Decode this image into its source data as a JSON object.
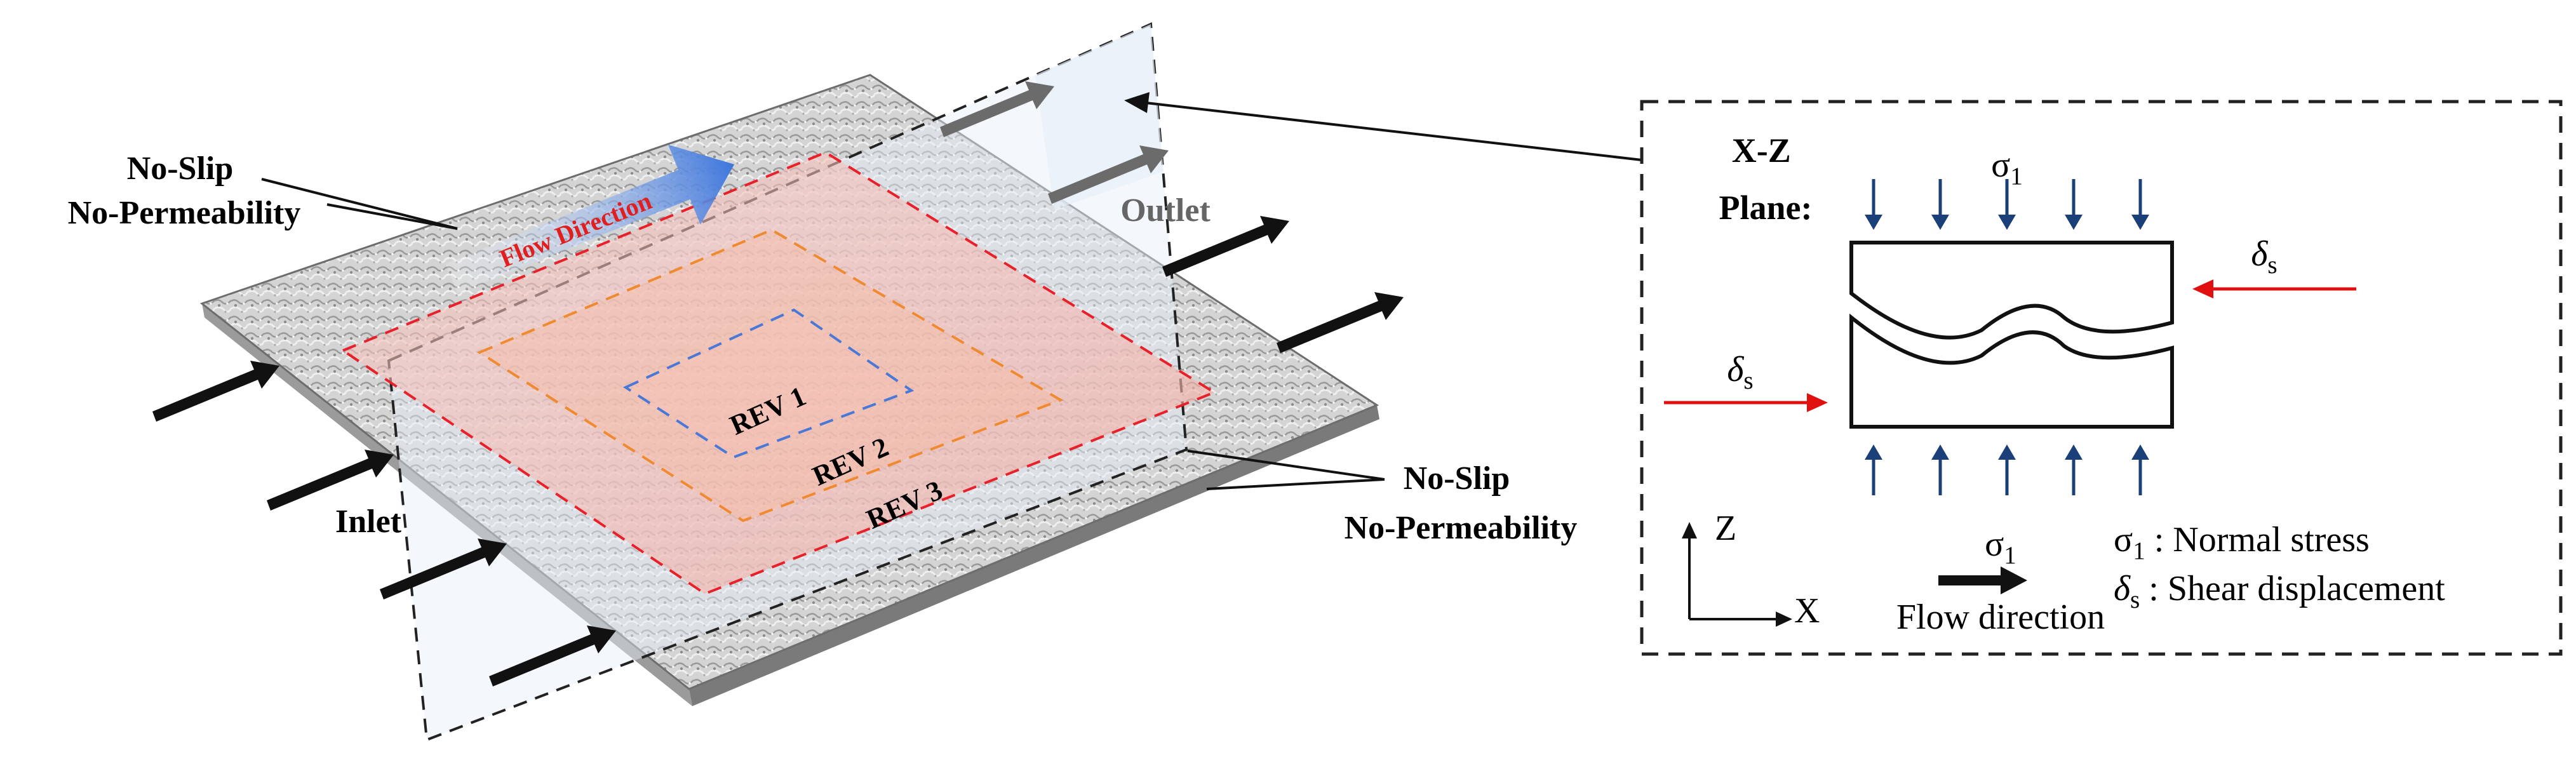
{
  "labels": {
    "no_slip_top_line1": "No-Slip",
    "no_slip_top_line2": "No-Permeability",
    "no_slip_bottom_line1": "No-Slip",
    "no_slip_bottom_line2": "No-Permeability",
    "inlet": "Inlet",
    "outlet": "Outlet",
    "flow_direction_arrow": "Flow Direction",
    "rev1": "REV 1",
    "rev2": "REV 2",
    "rev3": "REV 3"
  },
  "panel": {
    "title_line1": "X-Z",
    "title_line2": "Plane:",
    "sigma_symbol": "σ",
    "sigma_sub": "1",
    "delta_symbol": "δ",
    "delta_sub": "s",
    "axis_z": "Z",
    "axis_x": "X",
    "flow_direction": "Flow direction",
    "legend_normal": " : Normal stress",
    "legend_shear": " : Shear displacement"
  },
  "colors": {
    "rev1": "#4a78d6",
    "rev2": "#f08a30",
    "rev3": "#e8202a",
    "stress_arrow": "#1b3f78",
    "shear_arrow": "#e01010",
    "flow_arrow": "#4a7fe0",
    "flow_label": "#e02020",
    "outlet_arrow": "#6b6b6b"
  }
}
